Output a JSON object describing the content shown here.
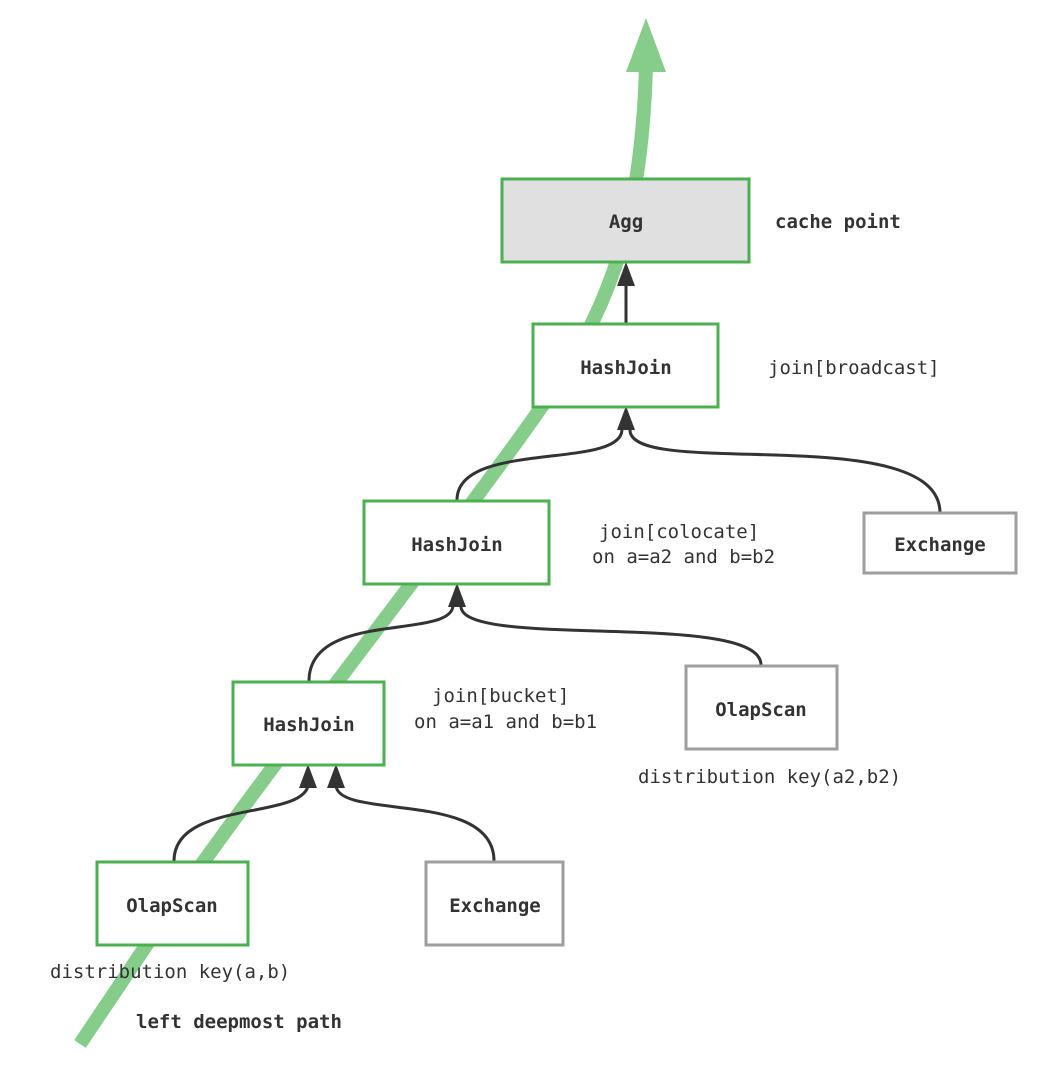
{
  "nodes": {
    "agg": "Agg",
    "hashjoin_top": "HashJoin",
    "hashjoin_mid": "HashJoin",
    "hashjoin_bottom": "HashJoin",
    "exchange_right": "Exchange",
    "olapscan_right": "OlapScan",
    "olapscan_left": "OlapScan",
    "exchange_bottom": "Exchange"
  },
  "notes": {
    "cache_point": "cache point",
    "join_broadcast": "join[broadcast]",
    "join_colocate_line1": "join[colocate]",
    "join_colocate_line2": "on a=a2 and b=b2",
    "join_bucket_line1": "join[bucket]",
    "join_bucket_line2": "on a=a1 and b=b1",
    "distribution_key_right": "distribution key(a2,b2)",
    "distribution_key_left": "distribution key(a,b)",
    "left_deepmost_path": "left deepmost path"
  },
  "colors": {
    "node_border_green": "#4caf50",
    "node_border_gray": "#9e9e9e",
    "cache_node_fill": "#e0e0e0",
    "path_highlight": "#86cc8a",
    "edge": "#333333"
  }
}
